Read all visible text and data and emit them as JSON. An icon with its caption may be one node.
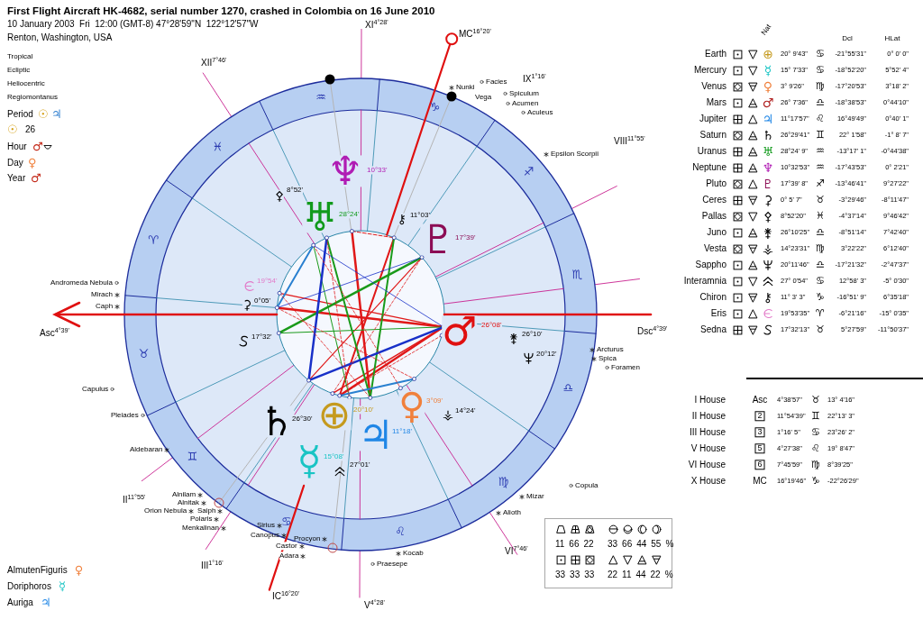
{
  "diagram": {
    "title": "First Flight Aircraft HK-4682, serial number 1270, crashed in Colombia on 16 June 2010",
    "nodes": [
      {
        "text": [
          "11 66 22",
          "33 66 44 55 %",
          "33 33 33",
          "22 11 44 22 %"
        ]
      }
    ],
    "labels": [
      "10 January 2003  Fri  12:00 (GMT-8) 47°28'59\"N  122°12'57\"W",
      "Renton, Washington, USA",
      "Tropical",
      "Ecliptic",
      "Heliocentric",
      "Regiomontanus",
      "Period",
      "☉",
      "♃",
      "☉",
      "26",
      "Hour",
      "♂",
      "Day",
      "♀",
      "Year",
      "♂",
      "XI$^{4°28'}$",
      "MC$^{16°20'}$",
      "XII$^{7°46'}$",
      "IX$^{1°16'}$",
      "Facies",
      "Nunki",
      "Vega",
      "Spiculum",
      "Acumen",
      "Aculeus",
      "VIII$^{11°55'}$",
      "Epsilon Scorpii",
      "♆",
      "10°33'",
      "⚴",
      "8°52'",
      "♅",
      "28°24'",
      "⚷",
      "11°03'",
      "♇",
      "17°39'",
      "19°54'",
      "⚳",
      "0°05'",
      "Andromeda Nebula",
      "Mirach",
      "Caph",
      "Asc$^{4°39'}$",
      "♂",
      "26°08'",
      "⚵",
      "26°10'",
      "Dsc$^{4°39'}$",
      "17°32'",
      "Arcturus",
      "20°12'",
      "Spica",
      "Foramen",
      "Capulus",
      "♀",
      "3°09'",
      "⚶",
      "14°24'",
      "⊕",
      "20°10'",
      "Pleiades",
      "♄",
      "26°30'",
      "♃",
      "11°18'",
      "Aldebaran",
      "☿",
      "15°08'",
      "27°01'",
      "Copula",
      "Alnilam",
      "Mizar",
      "II$^{11°55'}$",
      "Alnitak",
      "Orion Nebula",
      "Saiph",
      "Alioth",
      "Polaris",
      "Sirius",
      "Menkalinan",
      "Canopus",
      "Procyon",
      "Castor",
      "VI$^{7°46'}$",
      "Kocab",
      "Adara",
      "Praesepe",
      "III$^{1°16'}$",
      "IC$^{16°20'}$",
      "V$^{4°28'}$",
      "♈",
      "♉",
      "♊",
      "♋",
      "♌",
      "♍",
      "♎",
      "♏",
      "♐",
      "♑",
      "♒",
      "♓",
      "Nat",
      "Dcl",
      "HLat",
      "Earth",
      "⊕",
      "20° 9'43\"",
      "♋",
      "-21°55'31\"",
      "0° 0' 0\"",
      "Mercury",
      "☿",
      "15° 7'33\"",
      "♋",
      "-18°52'20\"",
      "5°52' 4\"",
      "Venus",
      "♀",
      "3° 9'26\"",
      "♍",
      "-17°20'53\"",
      "3°18' 2\"",
      "Mars",
      "♂",
      "26° 7'36\"",
      "♎",
      "-18°38'53\"",
      "0°44'10\"",
      "Jupiter",
      "♃",
      "11°17'57\"",
      "♌",
      "16°49'49\"",
      "0°40' 1\"",
      "Saturn",
      "♄",
      "26°29'41\"",
      "♊",
      "22° 1'58\"",
      "-1° 8' 7\"",
      "Uranus",
      "♅",
      "28°24' 9\"",
      "♒",
      "-13°17' 1\"",
      "-0°44'38\"",
      "Neptune",
      "♆",
      "10°32'53\"",
      "♒",
      "-17°43'53\"",
      "0° 2'21\"",
      "Pluto",
      "♇",
      "17°39' 8\"",
      "♐",
      "-13°46'41\"",
      "9°27'22\"",
      "Ceres",
      "⚳",
      "0° 5' 7\"",
      "♉",
      "-3°29'46\"",
      "-8°11'47\"",
      "Pallas",
      "⚴",
      "8°52'20\"",
      "♓",
      "-4°37'14\"",
      "9°46'42\"",
      "Juno",
      "⚵",
      "26°10'25\"",
      "♎",
      "-8°51'14\"",
      "7°42'40\"",
      "Vesta",
      "⚶",
      "14°23'31\"",
      "♍",
      "3°22'22\"",
      "6°12'40\"",
      "Sappho",
      "20°11'46\"",
      "♎",
      "-17°21'32\"",
      "-2°47'37\"",
      "Interamnia",
      "27° 0'54\"",
      "♋",
      "12°58' 3\"",
      "-5° 0'30\"",
      "Chiron",
      "⚷",
      "11° 3' 3\"",
      "♑",
      "-16°51' 9\"",
      "6°35'18\"",
      "Eris",
      "19°53'35\"",
      "♈",
      "-6°21'16\"",
      "-15° 0'35\"",
      "Sedna",
      "17°32'13\"",
      "♉",
      "5°27'59\"",
      "-11°50'37\"",
      "I House",
      "Asc",
      "4°38'57\"",
      "♉",
      "13° 4'16\"",
      "II House",
      "2",
      "11°54'39\"",
      "♊",
      "22°13' 3\"",
      "III House",
      "3",
      "1°16' 5\"",
      "♋",
      "23°26' 2\"",
      "V House",
      "5",
      "4°27'38\"",
      "♌",
      "19° 8'47\"",
      "VI House",
      "6",
      "7°45'59\"",
      "♍",
      "8°39'25\"",
      "X House",
      "MC",
      "16°19'46\"",
      "♑",
      "-22°26'29\"",
      "AlmutenFiguris",
      "♀",
      "Doriphoros",
      "☿",
      "Auriga",
      "♃"
    ]
  }
}
